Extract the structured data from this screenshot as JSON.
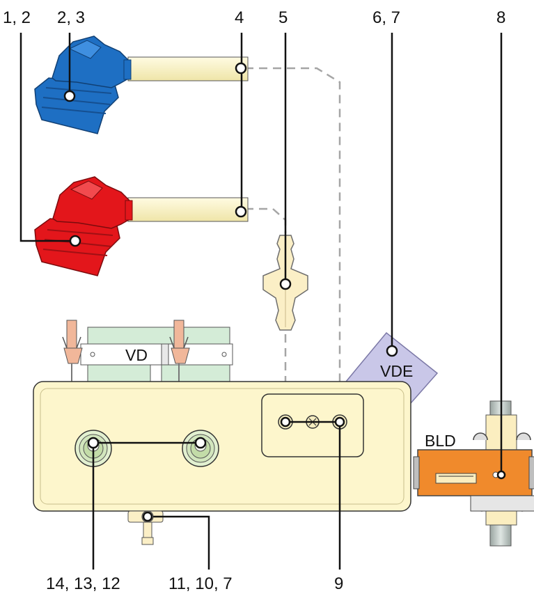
{
  "callouts": {
    "c12": "1, 2",
    "c23": "2, 3",
    "c4": "4",
    "c5": "5",
    "c67": "6, 7",
    "c8": "8",
    "c141312": "14, 13, 12",
    "c11107": "11, 10, 7",
    "c9": "9"
  },
  "parts": {
    "vd": "VD",
    "vde": "VDE",
    "bld": "BLD"
  },
  "colors": {
    "blue": "#1e6fc3",
    "red": "#e3161b",
    "tube": "#fdf6cc",
    "module": "#fdf6cc",
    "panel": "#d4ecd7",
    "vde": "#c9c7e8",
    "bld": "#f08a2c"
  }
}
